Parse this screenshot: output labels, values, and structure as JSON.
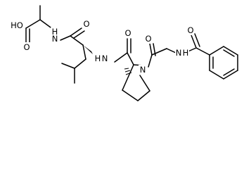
{
  "structure": {
    "atom_labels": {
      "acid_hydroxyl": "HO",
      "acid_carbonyl_oxygen": "O",
      "ala_amide_nitrogen": "N",
      "ala_amide_hydrogen": "H",
      "leu_carbonyl_oxygen": "O",
      "leu_amide_nitrogen": "N",
      "leu_amide_hydrogen": "H",
      "pro_carbonyl_oxygen": "O",
      "pro_ring_nitrogen": "N",
      "gly_carbonyl_oxygen": "O",
      "gly_amide_nitrogen": "N",
      "gly_amide_hydrogen": "H",
      "benzoyl_carbonyl_oxygen": "O"
    }
  }
}
